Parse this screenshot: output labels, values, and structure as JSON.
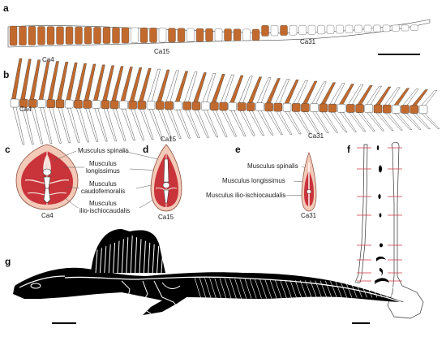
{
  "panels": {
    "a": {
      "letter": "a",
      "labels": [
        "Ca4",
        "Ca15",
        "Ca31"
      ]
    },
    "b": {
      "letter": "b",
      "labels": [
        "Ca4",
        "Ca15",
        "Ca31"
      ]
    },
    "c": {
      "letter": "c",
      "label": "Ca4",
      "muscles": [
        "Musculus spinalis",
        "Musculus longissimus",
        "Musculus caudofemoralis",
        "Musculus ilio-ischiocaudalis"
      ]
    },
    "d": {
      "letter": "d",
      "label": "Ca15"
    },
    "e": {
      "letter": "e",
      "label": "Ca31",
      "muscles": [
        "Musculus spinalis",
        "Musculus longissimus",
        "Musculus ilio-ischiocaudalis"
      ]
    },
    "f": {
      "letter": "f"
    },
    "g": {
      "letter": "g"
    }
  },
  "colors": {
    "bone": "#c26a2e",
    "muscle_red": "#c8343a",
    "muscle_light": "#f3c9b8",
    "outline": "#333333",
    "pale_bone": "#ffffff",
    "silhouette": "#000000",
    "marker": "#d2354a"
  }
}
